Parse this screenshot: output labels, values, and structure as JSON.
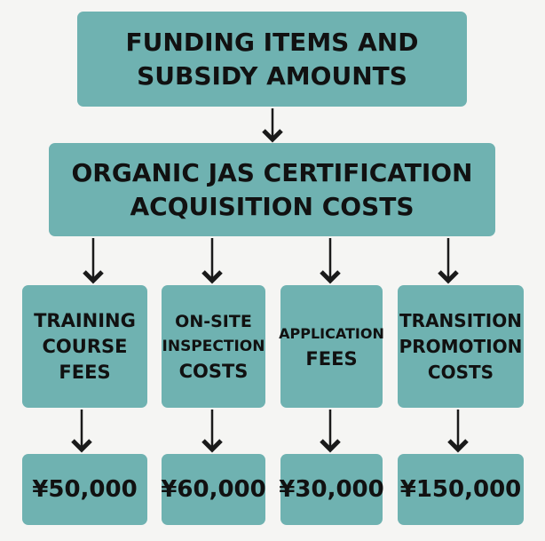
{
  "diagram": {
    "title_lines": [
      "FUNDING ITEMS AND",
      "SUBSIDY AMOUNTS"
    ],
    "subtitle_lines": [
      "ORGANIC JAS CERTIFICATION",
      "ACQUISITION COSTS"
    ],
    "categories": [
      {
        "lines": [
          "TRAINING",
          "COURSE",
          "FEES"
        ],
        "amount": "¥50,000"
      },
      {
        "lines": [
          "ON-SITE",
          "INSPECTION",
          "COSTS"
        ],
        "amount": "¥60,000"
      },
      {
        "lines": [
          "APPLICATION",
          "FEES"
        ],
        "amount": "¥30,000"
      },
      {
        "lines": [
          "TRANSITION",
          "PROMOTION",
          "COSTS"
        ],
        "amount": "¥150,000"
      }
    ]
  },
  "colors": {
    "box_fill": "#6fb2b1",
    "text": "#111111",
    "arrow": "#1a1a1a",
    "background": "#f5f5f3"
  }
}
